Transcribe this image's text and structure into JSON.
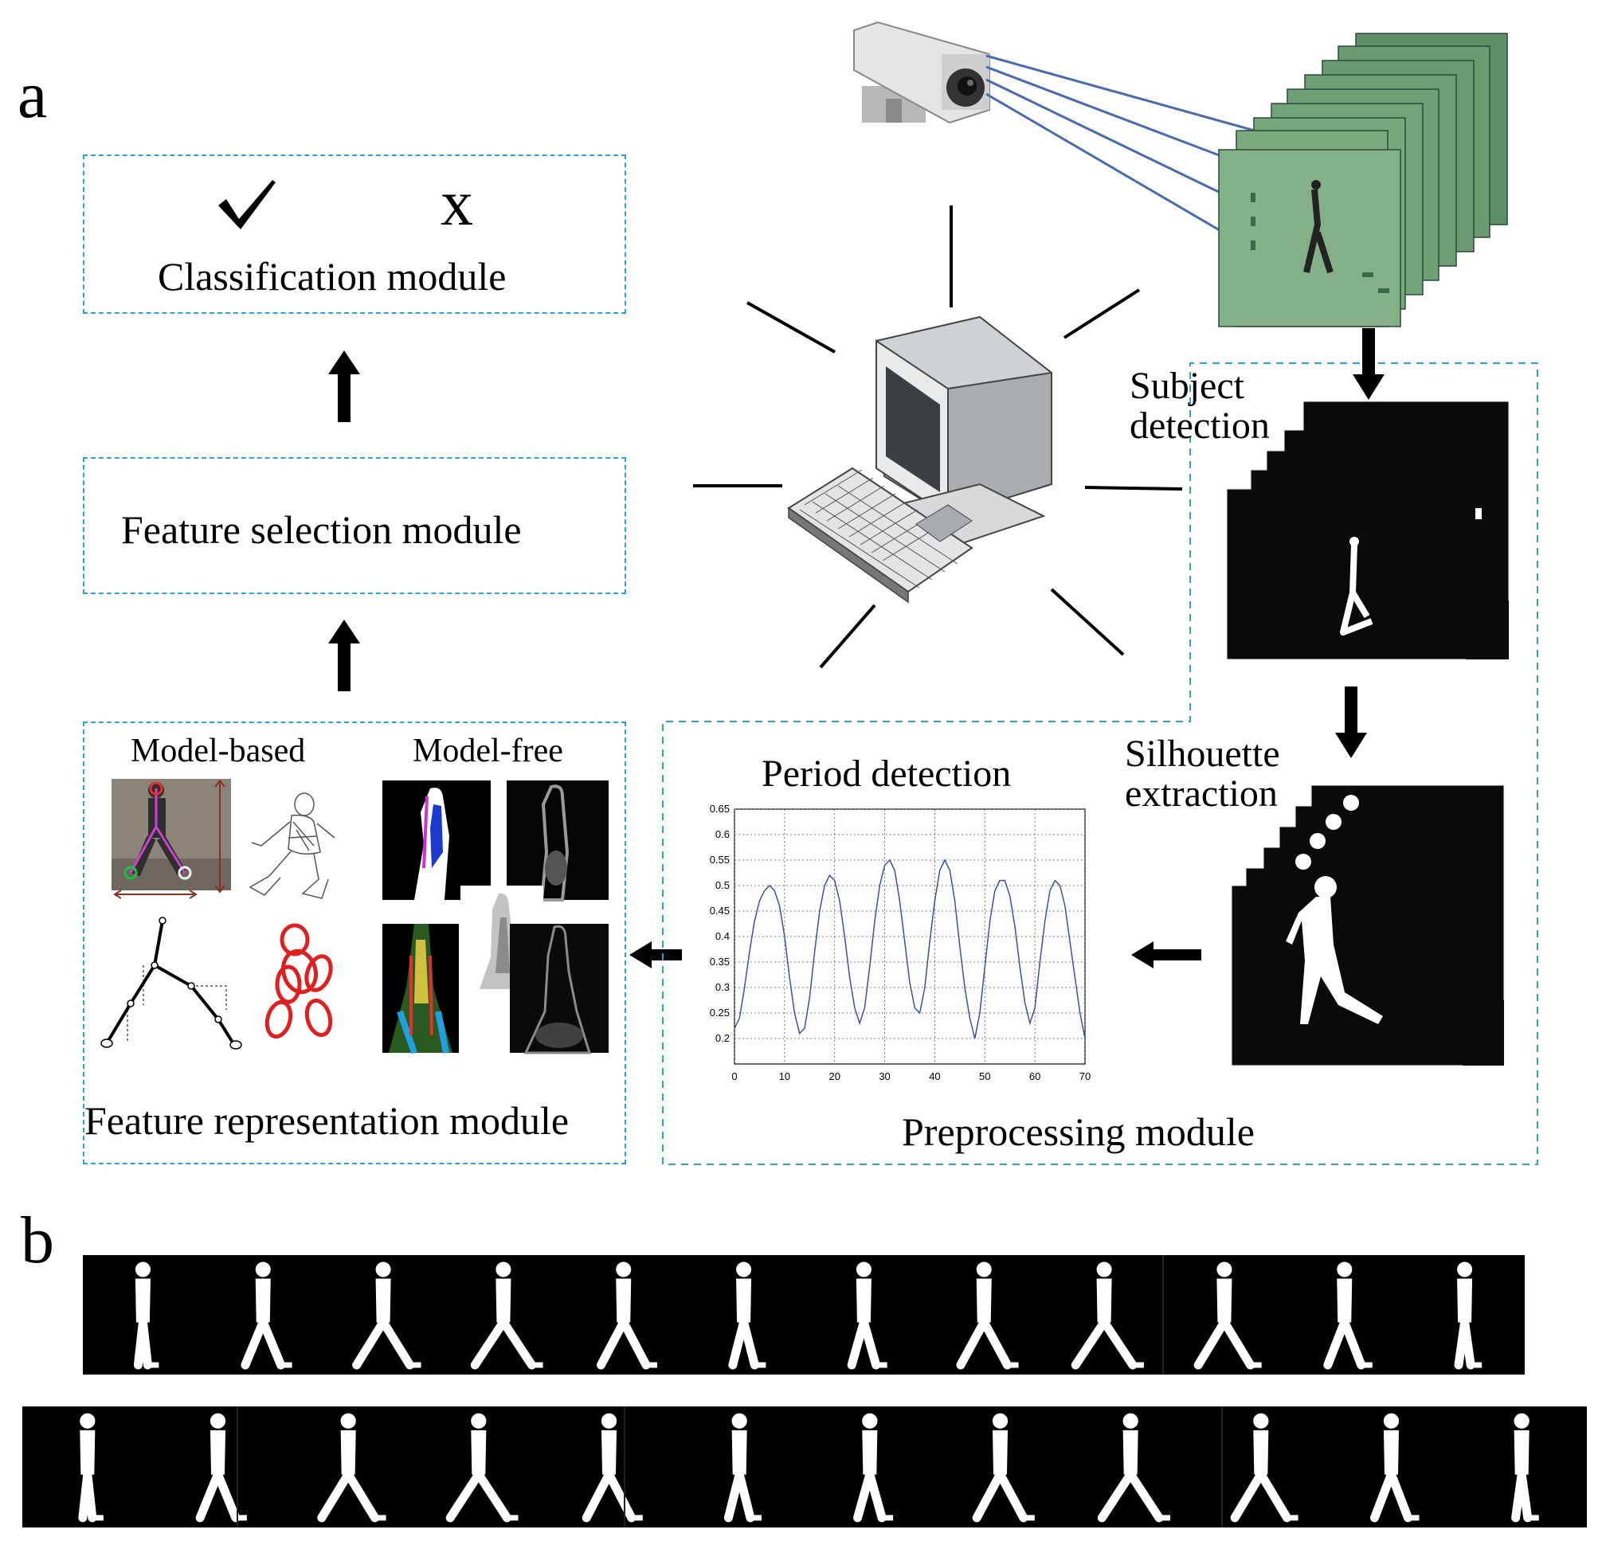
{
  "panel_a": {
    "letter": "a",
    "classification": {
      "label": "Classification module",
      "check_icon": "checkmark-icon",
      "cross_icon": "x-icon"
    },
    "feature_selection": {
      "label": "Feature selection module"
    },
    "feature_representation": {
      "label": "Feature representation module",
      "model_based": "Model-based",
      "model_free": "Model-free"
    },
    "preprocessing": {
      "label": "Preprocessing module",
      "subject_detection": "Subject\ndetection",
      "silhouette_extraction": "Silhouette\nextraction",
      "period_detection": "Period detection"
    },
    "icons": [
      "security-camera-icon",
      "computer-icon"
    ],
    "accent_color": "#29a3d6"
  },
  "panel_b": {
    "letter": "b"
  },
  "chart_data": {
    "type": "line",
    "title": "Period detection",
    "xlabel": "",
    "ylabel": "",
    "xlim": [
      0,
      70
    ],
    "ylim": [
      0.15,
      0.65
    ],
    "xticks": [
      0,
      10,
      20,
      30,
      40,
      50,
      60,
      70
    ],
    "yticks": [
      0.2,
      0.25,
      0.3,
      0.35,
      0.4,
      0.45,
      0.5,
      0.55,
      0.6,
      0.65
    ],
    "ytick_labels": [
      "0.2",
      "0.25",
      "0.3",
      "0.35",
      "0.4",
      "0.45",
      "0.5",
      "0.55",
      "0.6",
      "0.65"
    ],
    "grid": true,
    "series": [
      {
        "values": [
          [
            0,
            0.22
          ],
          [
            1,
            0.24
          ],
          [
            2,
            0.3
          ],
          [
            3,
            0.37
          ],
          [
            4,
            0.43
          ],
          [
            5,
            0.47
          ],
          [
            6,
            0.49
          ],
          [
            7,
            0.5
          ],
          [
            8,
            0.49
          ],
          [
            9,
            0.46
          ],
          [
            10,
            0.4
          ],
          [
            11,
            0.32
          ],
          [
            12,
            0.25
          ],
          [
            13,
            0.21
          ],
          [
            14,
            0.22
          ],
          [
            15,
            0.28
          ],
          [
            16,
            0.37
          ],
          [
            17,
            0.45
          ],
          [
            18,
            0.5
          ],
          [
            19,
            0.52
          ],
          [
            20,
            0.51
          ],
          [
            21,
            0.47
          ],
          [
            22,
            0.4
          ],
          [
            23,
            0.32
          ],
          [
            24,
            0.26
          ],
          [
            25,
            0.23
          ],
          [
            26,
            0.26
          ],
          [
            27,
            0.34
          ],
          [
            28,
            0.43
          ],
          [
            29,
            0.5
          ],
          [
            30,
            0.54
          ],
          [
            31,
            0.55
          ],
          [
            32,
            0.53
          ],
          [
            33,
            0.47
          ],
          [
            34,
            0.39
          ],
          [
            35,
            0.31
          ],
          [
            36,
            0.26
          ],
          [
            37,
            0.25
          ],
          [
            38,
            0.3
          ],
          [
            39,
            0.39
          ],
          [
            40,
            0.47
          ],
          [
            41,
            0.53
          ],
          [
            42,
            0.55
          ],
          [
            43,
            0.53
          ],
          [
            44,
            0.47
          ],
          [
            45,
            0.38
          ],
          [
            46,
            0.3
          ],
          [
            47,
            0.24
          ],
          [
            48,
            0.2
          ],
          [
            49,
            0.25
          ],
          [
            50,
            0.34
          ],
          [
            51,
            0.43
          ],
          [
            52,
            0.49
          ],
          [
            53,
            0.51
          ],
          [
            54,
            0.51
          ],
          [
            55,
            0.48
          ],
          [
            56,
            0.42
          ],
          [
            57,
            0.34
          ],
          [
            58,
            0.27
          ],
          [
            59,
            0.23
          ],
          [
            60,
            0.26
          ],
          [
            61,
            0.35
          ],
          [
            62,
            0.43
          ],
          [
            63,
            0.49
          ],
          [
            64,
            0.51
          ],
          [
            65,
            0.5
          ],
          [
            66,
            0.46
          ],
          [
            67,
            0.39
          ],
          [
            68,
            0.32
          ],
          [
            69,
            0.25
          ],
          [
            70,
            0.2
          ]
        ]
      }
    ],
    "line_color": "#3a4fb0"
  }
}
